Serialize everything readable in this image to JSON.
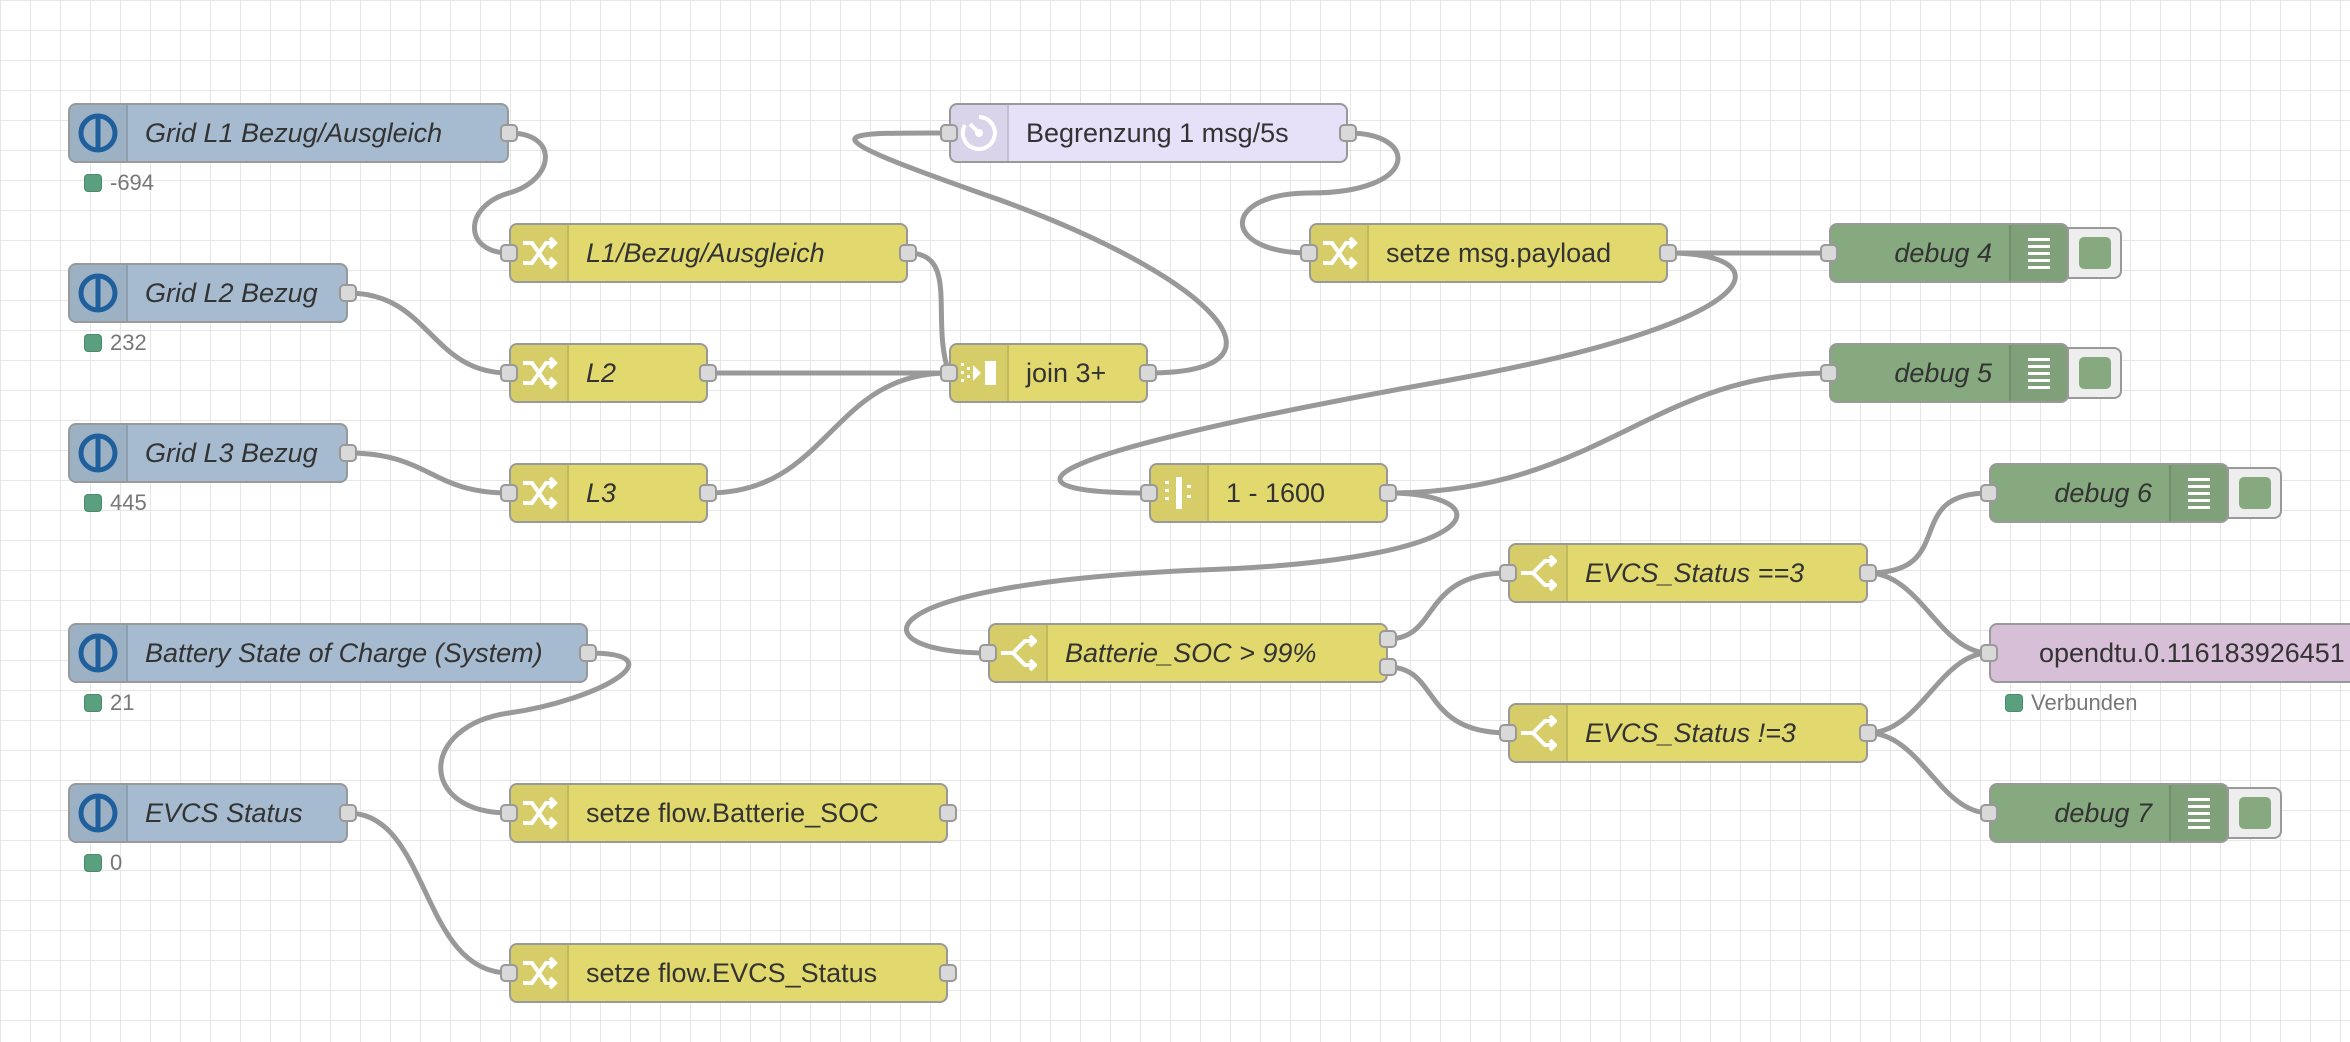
{
  "nodes": {
    "grid_l1": {
      "label": "Grid L1 Bezug/Ausgleich",
      "status": "-694",
      "icon": "iobroker-icon"
    },
    "grid_l2": {
      "label": "Grid L2 Bezug",
      "status": "232",
      "icon": "iobroker-icon"
    },
    "grid_l3": {
      "label": "Grid L3 Bezug",
      "status": "445",
      "icon": "iobroker-icon"
    },
    "battery": {
      "label": "Battery State of Charge (System)",
      "status": "21",
      "icon": "iobroker-icon"
    },
    "evcs": {
      "label": "EVCS Status",
      "status": "0",
      "icon": "iobroker-icon"
    },
    "change_l1": {
      "label": "L1/Bezug/Ausgleich",
      "icon": "shuffle-icon"
    },
    "change_l2": {
      "label": "L2",
      "icon": "shuffle-icon"
    },
    "change_l3": {
      "label": "L3",
      "icon": "shuffle-icon"
    },
    "set_battery": {
      "label": "setze flow.Batterie_SOC",
      "icon": "shuffle-icon"
    },
    "set_evcs": {
      "label": "setze flow.EVCS_Status",
      "icon": "shuffle-icon"
    },
    "delay": {
      "label": "Begrenzung 1 msg/5s",
      "icon": "timer-icon"
    },
    "join": {
      "label": "join 3+",
      "icon": "join-icon"
    },
    "set_payload": {
      "label": "setze msg.payload",
      "icon": "shuffle-icon"
    },
    "range": {
      "label": "1 - 1600",
      "icon": "range-icon"
    },
    "switch_soc": {
      "label": "Batterie_SOC > 99%",
      "icon": "switch-icon"
    },
    "switch_eq3": {
      "label": "EVCS_Status ==3",
      "icon": "switch-icon"
    },
    "switch_ne3": {
      "label": "EVCS_Status !=3",
      "icon": "switch-icon"
    },
    "debug4": {
      "label": "debug 4",
      "icon": "list-icon"
    },
    "debug5": {
      "label": "debug 5",
      "icon": "list-icon"
    },
    "debug6": {
      "label": "debug 6",
      "icon": "list-icon"
    },
    "debug7": {
      "label": "debug 7",
      "icon": "list-icon"
    },
    "opendtu": {
      "label": "opendtu.0.116183926451",
      "status": "Verbunden"
    }
  },
  "colors": {
    "iobroker": "#a6bbcf",
    "change": "#e2d96e",
    "delay": "#e6e0f8",
    "debug": "#87a980",
    "mqtt": "#d8bfd8",
    "wire": "#999999",
    "status_dot": "#5a9f7e"
  }
}
